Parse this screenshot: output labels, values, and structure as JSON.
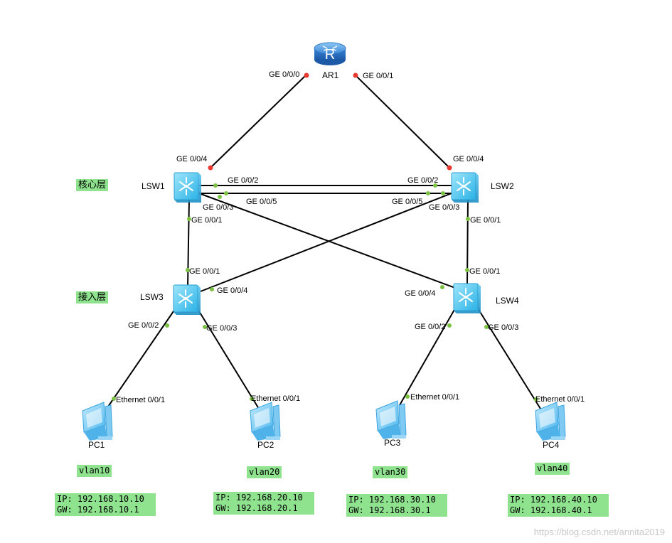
{
  "devices": {
    "router": {
      "name": "AR1",
      "icon": "router-icon"
    },
    "lsw1": {
      "name": "LSW1",
      "icon": "switch-icon"
    },
    "lsw2": {
      "name": "LSW2",
      "icon": "switch-icon"
    },
    "lsw3": {
      "name": "LSW3",
      "icon": "switch-icon"
    },
    "lsw4": {
      "name": "LSW4",
      "icon": "switch-icon"
    },
    "pc1": {
      "name": "PC1",
      "icon": "pc-icon"
    },
    "pc2": {
      "name": "PC2",
      "icon": "pc-icon"
    },
    "pc3": {
      "name": "PC3",
      "icon": "pc-icon"
    },
    "pc4": {
      "name": "PC4",
      "icon": "pc-icon"
    }
  },
  "ports": {
    "ar1_ge000": "GE 0/0/0",
    "ar1_ge001": "GE 0/0/1",
    "lsw1_ge004": "GE 0/0/4",
    "lsw1_ge002": "GE 0/0/2",
    "lsw1_ge003": "GE 0/0/3",
    "lsw1_ge005": "GE 0/0/5",
    "lsw1_ge001": "GE 0/0/1",
    "lsw2_ge004": "GE 0/0/4",
    "lsw2_ge002": "GE 0/0/2",
    "lsw2_ge005": "GE 0/0/5",
    "lsw2_ge003": "GE 0/0/3",
    "lsw2_ge001": "GE 0/0/1",
    "lsw3_ge001": "GE 0/0/1",
    "lsw3_ge004": "GE 0/0/4",
    "lsw3_ge002": "GE 0/0/2",
    "lsw3_ge003": "GE 0/0/3",
    "lsw4_ge001": "GE 0/0/1",
    "lsw4_ge004": "GE 0/0/4",
    "lsw4_ge002": "GE 0/0/2",
    "lsw4_ge003": "GE 0/0/3",
    "pc1_eth": "Ethernet 0/0/1",
    "pc2_eth": "Ethernet 0/0/1",
    "pc3_eth": "Ethernet 0/0/1",
    "pc4_eth": "Ethernet 0/0/1"
  },
  "layers": {
    "core": "核心层",
    "access": "接入层"
  },
  "hosts": [
    {
      "vlan": "vlan10",
      "ip": "IP: 192.168.10.10",
      "gw": "GW: 192.168.10.1"
    },
    {
      "vlan": "vlan20",
      "ip": "IP: 192.168.20.10",
      "gw": "GW: 192.168.20.1"
    },
    {
      "vlan": "vlan30",
      "ip": "IP: 192.168.30.10",
      "gw": "GW: 192.168.30.1"
    },
    {
      "vlan": "vlan40",
      "ip": "IP: 192.168.40.10",
      "gw": "GW: 192.168.40.1"
    }
  ],
  "watermark": "https://blog.csdn.net/annita2019",
  "colors": {
    "port_up": "#7cc242",
    "port_router": "#e8392f",
    "badge_bg": "#8fe38f",
    "switch_body": "#3fc0ec",
    "router_body": "#3e8fdc"
  }
}
